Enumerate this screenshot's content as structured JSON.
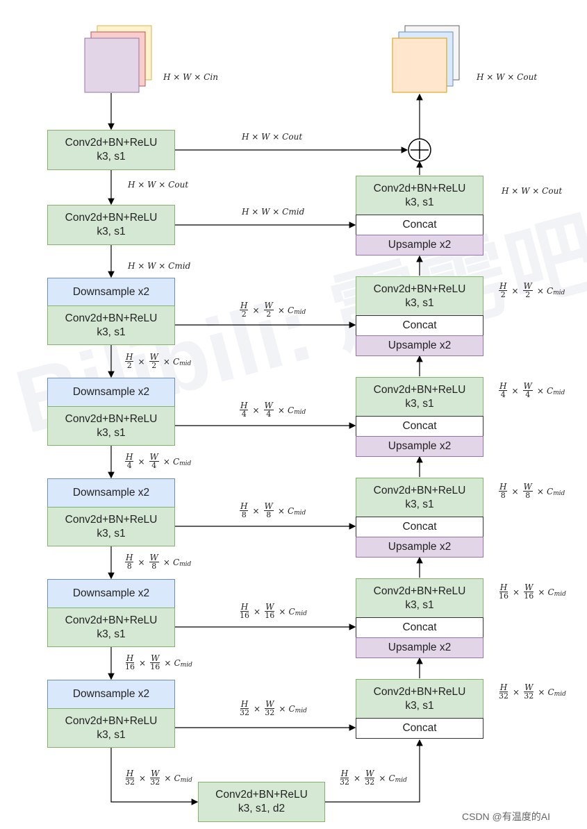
{
  "blocks": {
    "conv_label": "Conv2d+BN+ReLU",
    "conv_k": "k3, s1",
    "conv_k_d2": "k3, s1, d2",
    "down_label": "Downsample x2",
    "up_label": "Upsample x2",
    "concat_label": "Concat"
  },
  "dims": {
    "in": "H × W × C",
    "in_sub": "in",
    "out": "H × W × C",
    "out_sub": "out",
    "mid": "H × W × C",
    "mid_sub": "mid",
    "frac_prefix_H": "H",
    "frac_prefix_W": "W",
    "times": "×",
    "C": "C",
    "mid_s": "mid",
    "d2": "2",
    "d4": "4",
    "d8": "8",
    "d16": "16",
    "d32": "32"
  },
  "icons": {
    "plus": "circled-plus-icon",
    "input": "stacked-feature-maps-input-icon",
    "output": "stacked-feature-maps-output-icon"
  },
  "colors": {
    "conv": "#d5e8d4",
    "downsample": "#dae8fc",
    "upsample": "#e1d5e7",
    "concat": "#ffffff"
  },
  "watermark": {
    "text": "CSDN @有温度的AI",
    "ghost": "Bilibili: 霹雳吧"
  }
}
